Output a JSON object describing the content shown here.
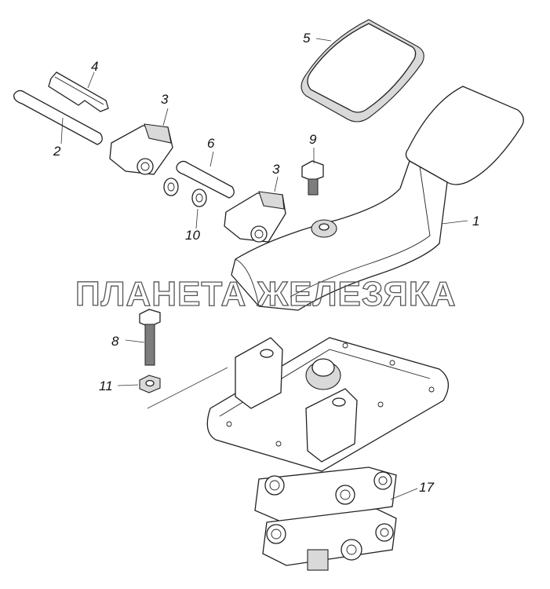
{
  "watermark": "ПЛАНЕТА ЖЕЛЕЗЯКА",
  "callouts": {
    "c1": "1",
    "c2": "2",
    "c3a": "3",
    "c3b": "3",
    "c4": "4",
    "c5": "5",
    "c6": "6",
    "c8": "8",
    "c9": "9",
    "c10": "10",
    "c11": "11",
    "c17": "17"
  }
}
